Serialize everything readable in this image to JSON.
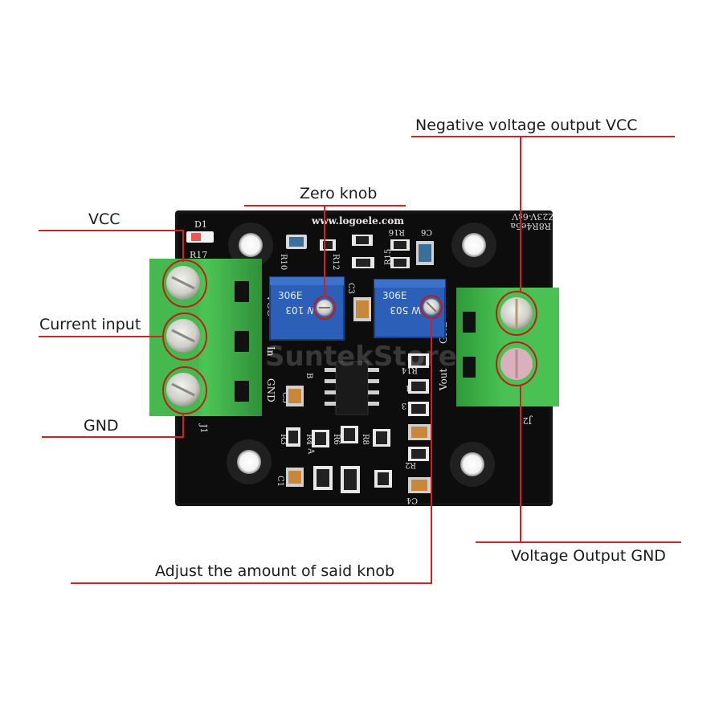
{
  "labels": {
    "vcc": "VCC",
    "current_input": "Current input",
    "gnd": "GND",
    "zero_knob": "Zero knob",
    "negative_voltage_output_vcc": "Negative voltage output VCC",
    "adjust_knob": "Adjust the amount of said knob",
    "voltage_output_gnd": "Voltage Output GND"
  },
  "board": {
    "url_text": "www.logoele.com",
    "top_right_text_1": "Z23V-6sV",
    "top_right_text_2": "R8R4e5a",
    "watermark": "SuntekStore",
    "silkscreen": {
      "d1": "D1",
      "r17": "R17",
      "vcc": "VCC",
      "in": "In",
      "gnd": "GND",
      "j1": "J1",
      "j2": "J2",
      "vout": "Vout",
      "gnd_right": "GND",
      "r10": "R10",
      "r12": "R12",
      "r15": "R15",
      "r16": "R16",
      "c6": "C6",
      "c3": "C3",
      "c5": "C5",
      "r3": "R3",
      "r4": "R4",
      "r6": "R6",
      "r8": "R8",
      "c1": "C1",
      "a": "A",
      "b": "B",
      "r14": "R14",
      "r1": "R1",
      "r13": "R13",
      "r2": "R2",
      "c4": "C4"
    },
    "pot_left_text_1": "306E",
    "pot_left_text_2": "W 103",
    "pot_right_text_1": "306E",
    "pot_right_text_2": "W 503"
  },
  "colors": {
    "pcb": "#111111",
    "terminal_green": "#3cb043",
    "pot_blue": "#2b5fb8",
    "leader_red": "#d42020",
    "circle_red": "#c41a1a"
  }
}
